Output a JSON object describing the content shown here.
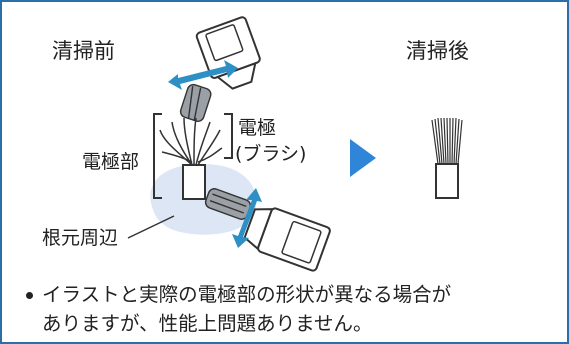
{
  "before": {
    "heading": "清掃前",
    "electrode_part_label": "電極部",
    "electrode_label_line1": "電極",
    "electrode_label_line2": "(ブラシ)",
    "root_label": "根元周辺"
  },
  "after": {
    "heading": "清掃後"
  },
  "note": {
    "line1": "イラストと実際の電極部の形状が異なる場合が",
    "line2": "ありますが、性能上問題ありません。"
  },
  "colors": {
    "frame_border": "#2b6fa8",
    "arrow_blue": "#2f86d8",
    "double_arrow": "#2d8fc4",
    "root_highlight": "#dce6f4"
  }
}
